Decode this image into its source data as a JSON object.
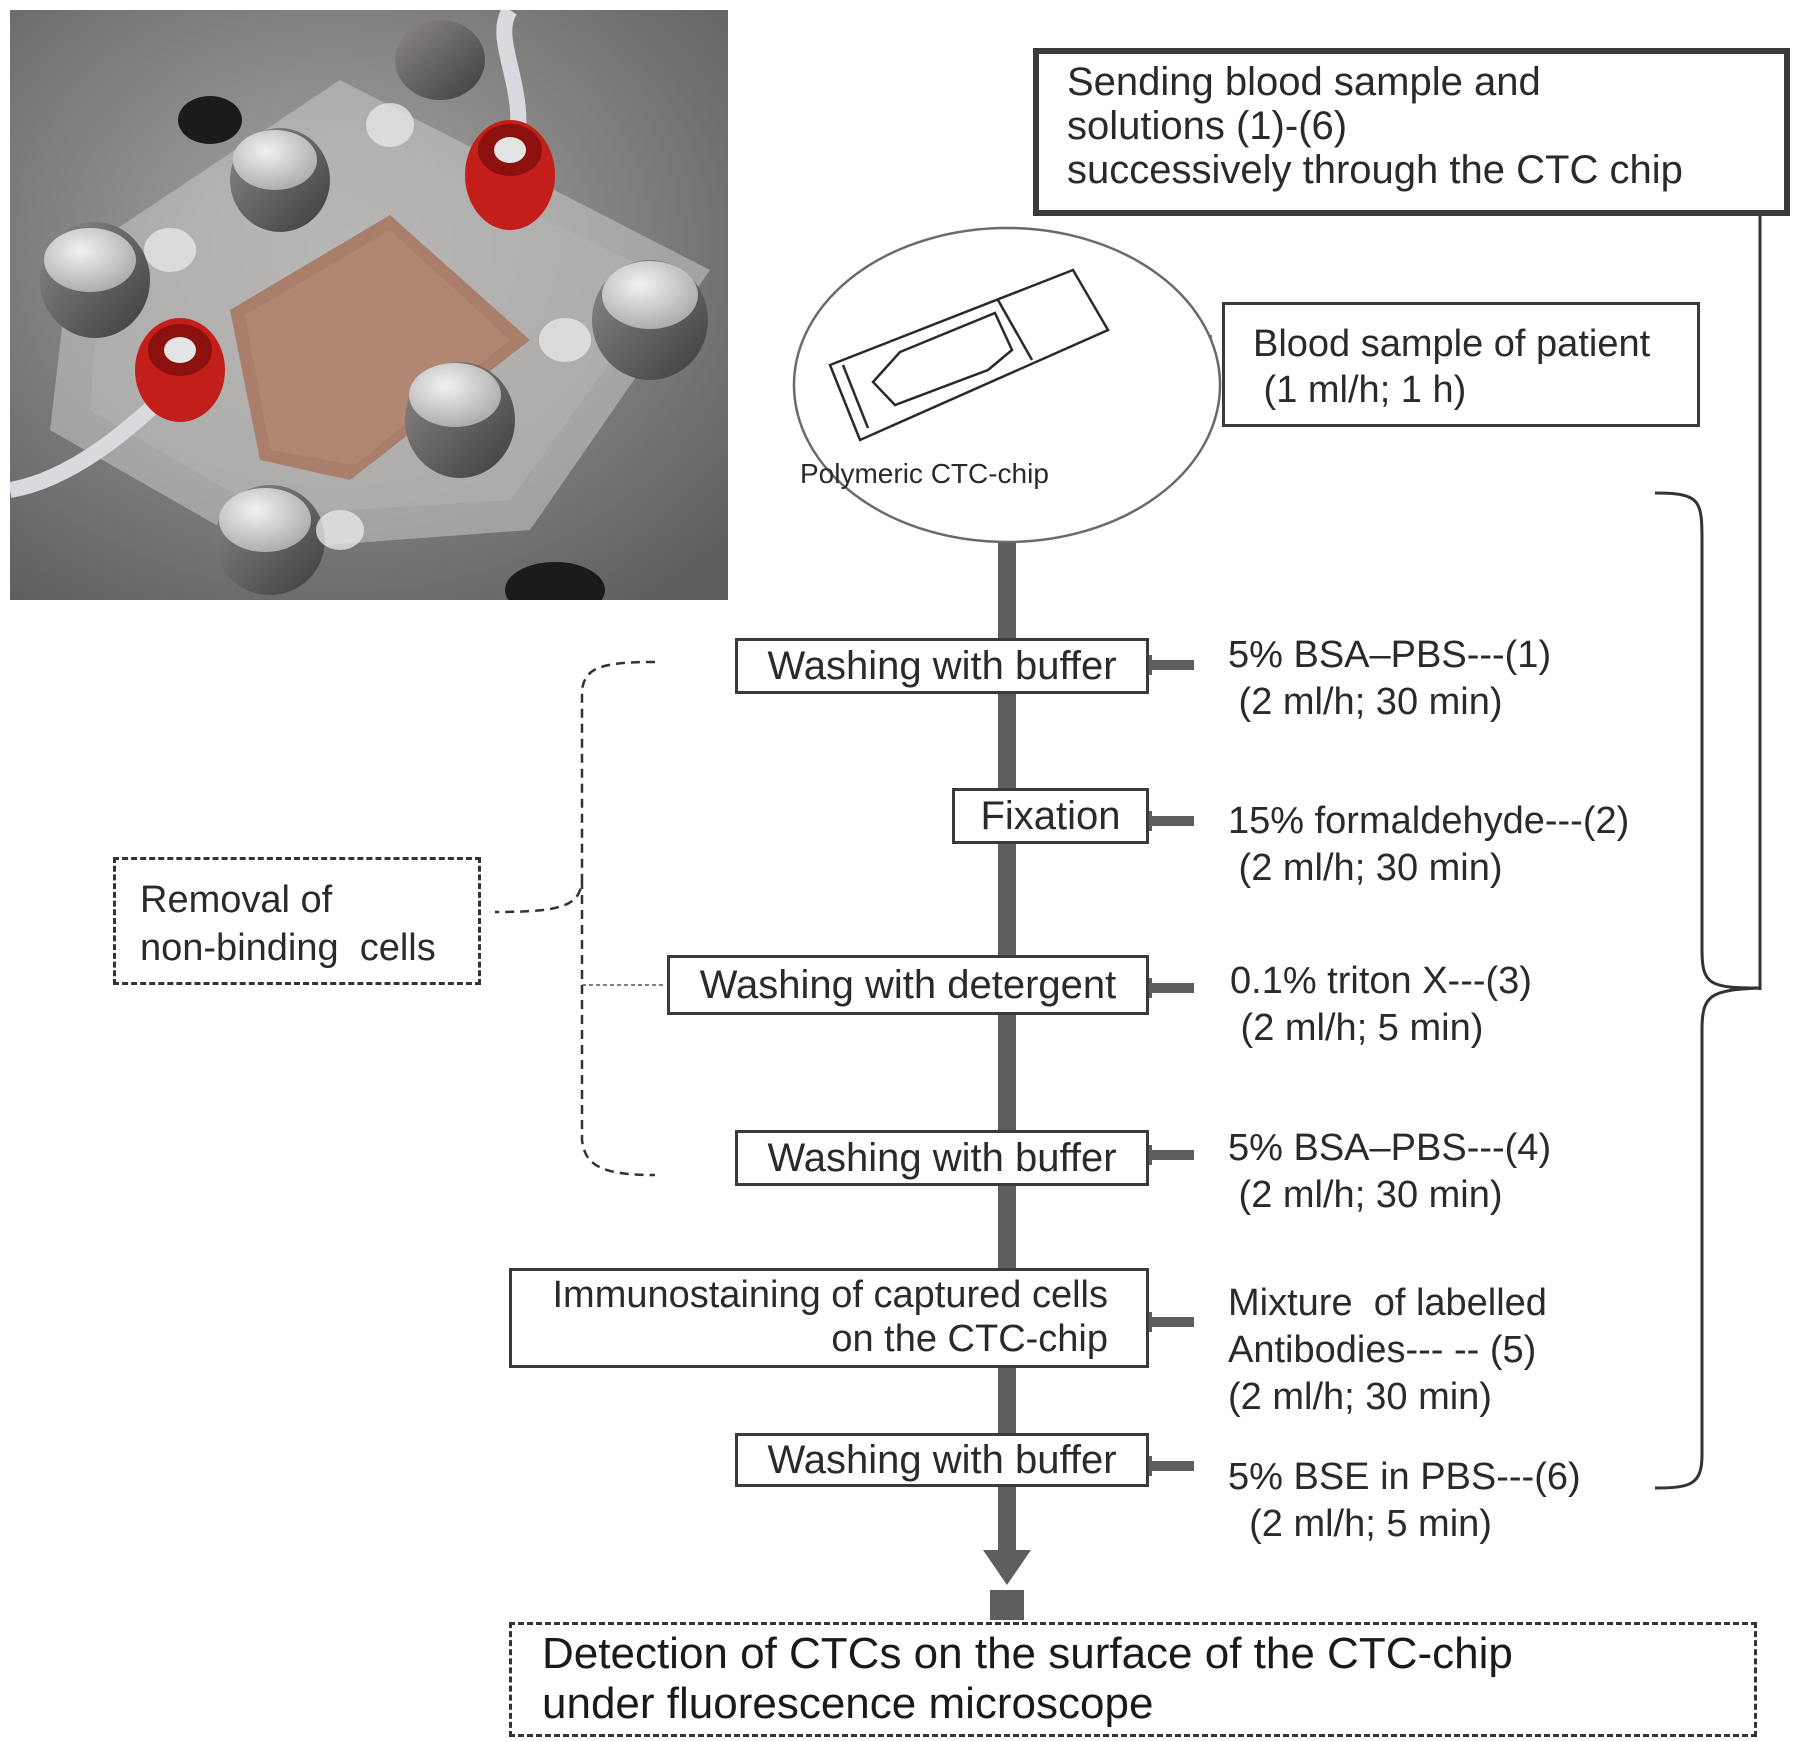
{
  "photo": {
    "description_icon": "ctc-chip-device-photo"
  },
  "header_box": {
    "lines": [
      "Sending blood sample and",
      "solutions (1)-(6)",
      "successively through the CTC chip"
    ]
  },
  "chip": {
    "label": "Polymeric CTC-chip"
  },
  "blood_box": {
    "line1": "Blood sample of patient",
    "line2": " (1 ml/h; 1 h)"
  },
  "removal_box": {
    "line1": "Removal of",
    "line2": "non-binding  cells"
  },
  "steps": [
    {
      "label": "Washing with buffer"
    },
    {
      "label": "Fixation"
    },
    {
      "label": "Washing with detergent"
    },
    {
      "label": "Washing with buffer"
    },
    {
      "label_line1": "Immunostaining of captured cells",
      "label_line2": "on the CTC-chip"
    },
    {
      "label": "Washing with buffer"
    }
  ],
  "solutions": [
    {
      "line1": "5% BSA–PBS---(1)",
      "line2": " (2 ml/h; 30 min)"
    },
    {
      "line1": "15% formaldehyde---(2)",
      "line2": " (2 ml/h; 30 min)"
    },
    {
      "line1": "0.1% triton X---(3)",
      "line2": " (2 ml/h; 5 min)"
    },
    {
      "line1": "5% BSA–PBS---(4)",
      "line2": " (2 ml/h; 30 min)"
    },
    {
      "line1": "Mixture  of labelled",
      "line2": "Antibodies--- -- (5)",
      "line3": "(2 ml/h; 30 min)"
    },
    {
      "line1": "5% BSE in PBS---(6)",
      "line2": "  (2 ml/h; 5 min)"
    }
  ],
  "detection_box": {
    "line1": "Detection of CTCs on the surface of the CTC-chip",
    "line2": "under fluorescence microscope"
  },
  "colors": {
    "arrow": "#5e5e5e",
    "text": "#2a2a2a",
    "border": "#3a3a3a"
  }
}
